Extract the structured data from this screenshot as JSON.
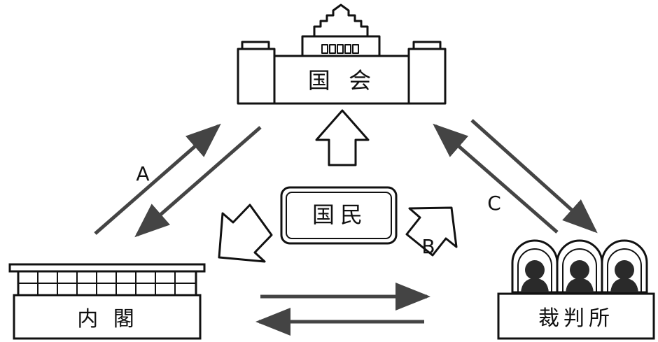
{
  "nodes": {
    "diet": {
      "label": "国 会"
    },
    "people": {
      "label": "国民"
    },
    "cabinet": {
      "label": "内 閣"
    },
    "court": {
      "label": "裁判所"
    }
  },
  "arrow_labels": {
    "a": "A",
    "b": "B",
    "c": "C"
  },
  "colors": {
    "stroke": "#111111",
    "arrow_fill": "#444444",
    "figure_fill": "#2a2a2a",
    "background": "#ffffff"
  }
}
